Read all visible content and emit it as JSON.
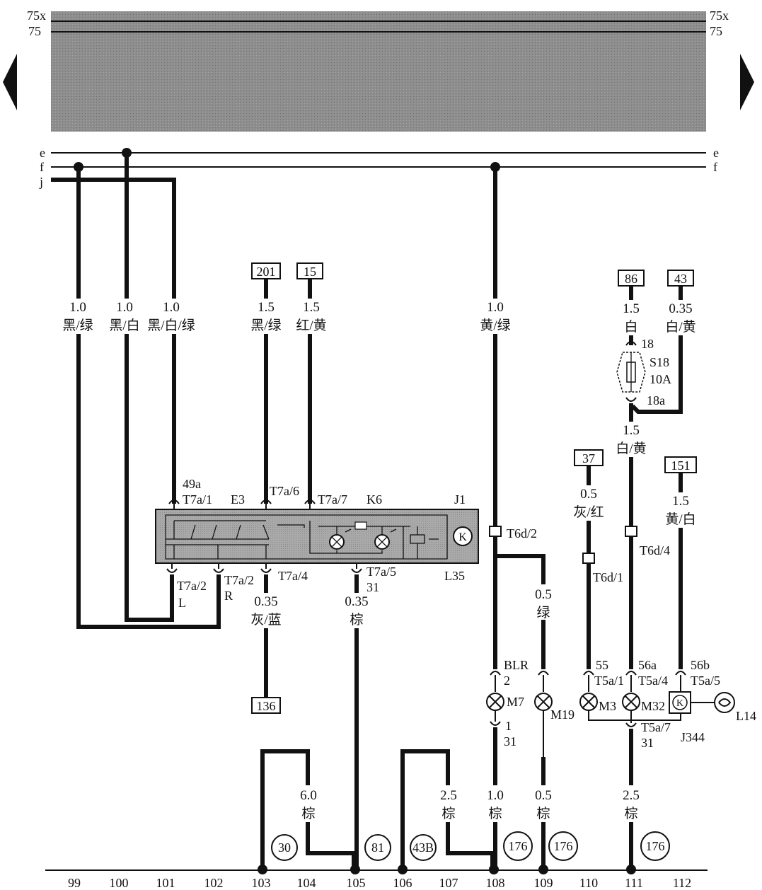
{
  "rails": {
    "r75x": "75x",
    "r75": "75",
    "e": "e",
    "f": "f",
    "j": "j"
  },
  "refs": {
    "r201": "201",
    "r15": "15",
    "r86": "86",
    "r43": "43",
    "r37": "37",
    "r151": "151",
    "r136": "136"
  },
  "grounds": {
    "g30": "30",
    "g81": "81",
    "g43b": "43B",
    "g176a": "176",
    "g176b": "176",
    "g176c": "176"
  },
  "wires": {
    "w99": {
      "size": "1.0",
      "color": "黑/绿"
    },
    "w100": {
      "size": "1.0",
      "color": "黑/白"
    },
    "w101": {
      "size": "1.0",
      "color": "黑/白/绿"
    },
    "w103a": {
      "size": "1.5",
      "color": "黑/绿"
    },
    "w104a": {
      "size": "1.5",
      "color": "红/黄"
    },
    "w108a": {
      "size": "1.0",
      "color": "黄/绿"
    },
    "w111a": {
      "size": "1.5",
      "color": "白"
    },
    "w112a": {
      "size": "0.35",
      "color": "白/黄"
    },
    "w111b": {
      "size": "1.5",
      "color": "白/黄"
    },
    "w110": {
      "size": "0.5",
      "color": "灰/红"
    },
    "w112b": {
      "size": "1.5",
      "color": "黄/白"
    },
    "w109": {
      "size": "0.5",
      "color": "绿"
    },
    "w103b": {
      "size": "0.35",
      "color": "灰/蓝"
    },
    "w105": {
      "size": "0.35",
      "color": "棕"
    },
    "w104b": {
      "size": "6.0",
      "color": "棕"
    },
    "w107": {
      "size": "2.5",
      "color": "棕"
    },
    "w108b": {
      "size": "1.0",
      "color": "棕"
    },
    "w109b": {
      "size": "0.5",
      "color": "棕"
    },
    "w111c": {
      "size": "2.5",
      "color": "棕"
    }
  },
  "components": {
    "e3": "E3",
    "k6": "K6",
    "j1": "J1",
    "l35": "L35",
    "s18": "S18",
    "s18_rating": "10A",
    "s18_in": "18",
    "s18_out": "18a",
    "blr": "BLR",
    "blr_pin": "2",
    "m7": "M7",
    "m7_pin": "1",
    "m7_31": "31",
    "m19": "M19",
    "m3": "M3",
    "m32": "M32",
    "j344": "J344",
    "l14": "L14",
    "pin55": "55",
    "pin56a": "56a",
    "pin56b": "56b",
    "pin31": "31"
  },
  "connectors": {
    "t7a1_num": "49a",
    "t7a1": "T7a/1",
    "t7a6": "T7a/6",
    "t7a7": "T7a/7",
    "t7a2l": "T7a/2",
    "t7a2l_side": "L",
    "t7a2r": "T7a/2",
    "t7a2r_side": "R",
    "t7a4": "T7a/4",
    "t7a5": "T7a/5",
    "t7a5_num": "31",
    "t6d2": "T6d/2",
    "t6d1": "T6d/1",
    "t6d4": "T6d/4",
    "t5a1": "T5a/1",
    "t5a4": "T5a/4",
    "t5a5": "T5a/5",
    "t5a7": "T5a/7"
  },
  "bottom_numbers": [
    "99",
    "100",
    "101",
    "102",
    "103",
    "104",
    "105",
    "106",
    "107",
    "108",
    "109",
    "110",
    "111",
    "112"
  ]
}
